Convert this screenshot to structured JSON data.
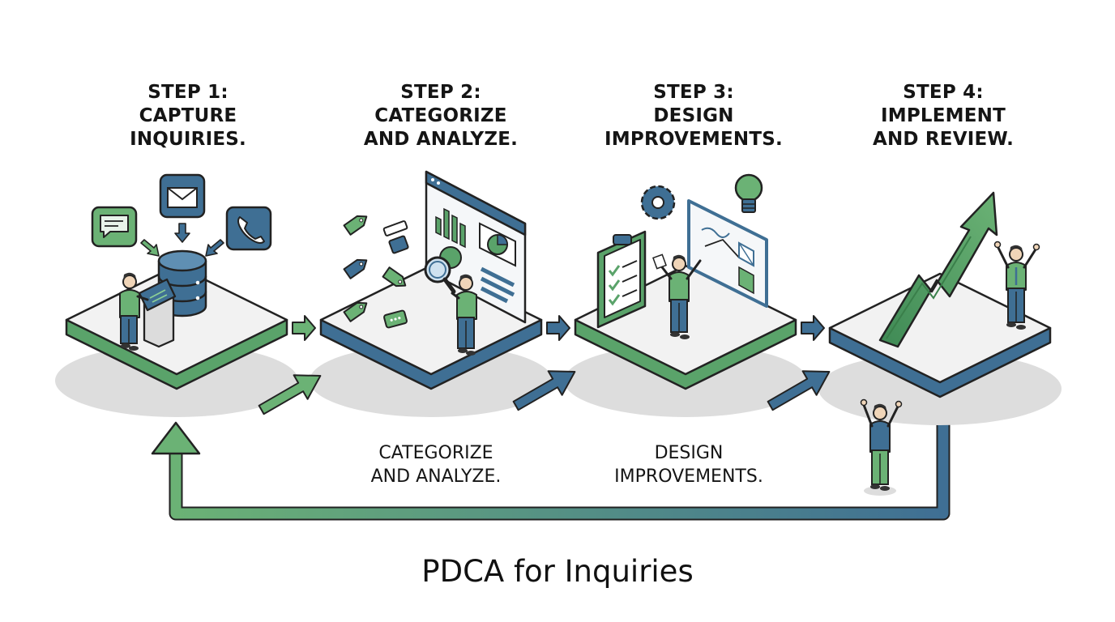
{
  "title": "PDCA for Inquiries",
  "steps": [
    {
      "number": "STEP 1:",
      "line1": "CAPTURE",
      "line2": "INQUIRIES."
    },
    {
      "number": "STEP 2:",
      "line1": "CATEGORIZE",
      "line2": "AND ANALYZE."
    },
    {
      "number": "STEP 3:",
      "line1": "DESIGN",
      "line2": "IMPROVEMENTS."
    },
    {
      "number": "STEP 4:",
      "line1": "IMPLEMENT",
      "line2": "AND REVIEW."
    }
  ],
  "sub_labels": [
    {
      "line1": "CATEGORIZE",
      "line2": "AND ANALYZE."
    },
    {
      "line1": "DESIGN",
      "line2": "IMPROVEMENTS."
    }
  ],
  "icons": {
    "step1": [
      "chat-bubble-icon",
      "envelope-icon",
      "phone-icon",
      "database-icon",
      "kiosk-terminal-icon",
      "person-icon"
    ],
    "step2": [
      "tag-icon",
      "dashboard-screen-icon",
      "bar-chart-icon",
      "pie-chart-icon",
      "magnifier-icon",
      "person-icon"
    ],
    "step3": [
      "gear-icon",
      "lightbulb-icon",
      "clipboard-checklist-icon",
      "whiteboard-icon",
      "person-icon"
    ],
    "step4": [
      "trend-arrow-icon",
      "celebrating-person-icon"
    ]
  },
  "colors": {
    "green": "#5aa36a",
    "green_light": "#8ccf95",
    "blue": "#3f6f94",
    "blue_light": "#5f8fb3",
    "outline": "#222222",
    "platform_top": "#f2f2f2",
    "shadow": "#d9d9d9"
  }
}
